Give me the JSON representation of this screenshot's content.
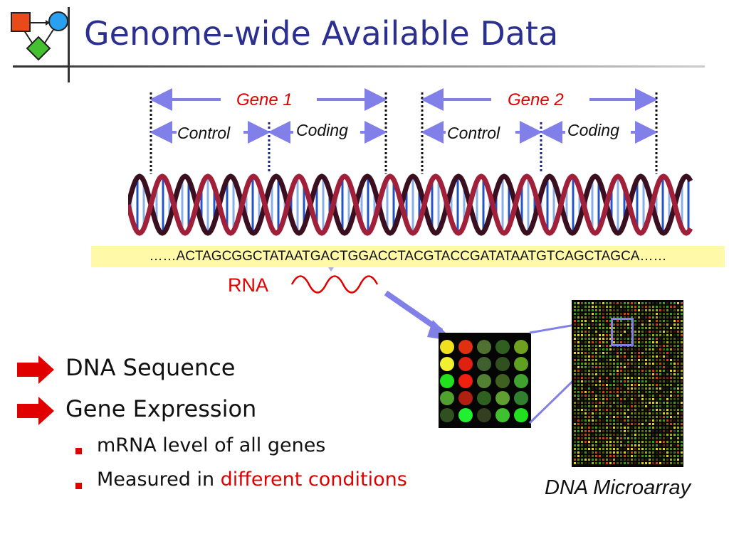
{
  "title": "Genome-wide Available Data",
  "genes": [
    {
      "label": "Gene 1",
      "control_label": "Control",
      "coding_label": "Coding"
    },
    {
      "label": "Gene 2",
      "control_label": "Control",
      "coding_label": "Coding"
    }
  ],
  "sequence": "……ACTAGCGGCTATAATGACTGGACCTACGTACCGATATAATGTCAGCTAGCA……",
  "rna_label": "RNA",
  "bullets": {
    "item1": "DNA Sequence",
    "item2": "Gene Expression",
    "sub1": "mRNA level of all genes",
    "sub2_prefix": "Measured in ",
    "sub2_highlight": "different conditions"
  },
  "microarray_caption": "DNA Microarray",
  "colors": {
    "title": "#2b2f8f",
    "accent_red": "#e00000",
    "arrow": "#8080e8",
    "sequence_bg": "#fff9a8",
    "helix_red": "#a0203a",
    "helix_blue": "#2255cc"
  },
  "icons": [
    "logo-icon",
    "red-arrow-icon",
    "square-bullet-icon"
  ]
}
